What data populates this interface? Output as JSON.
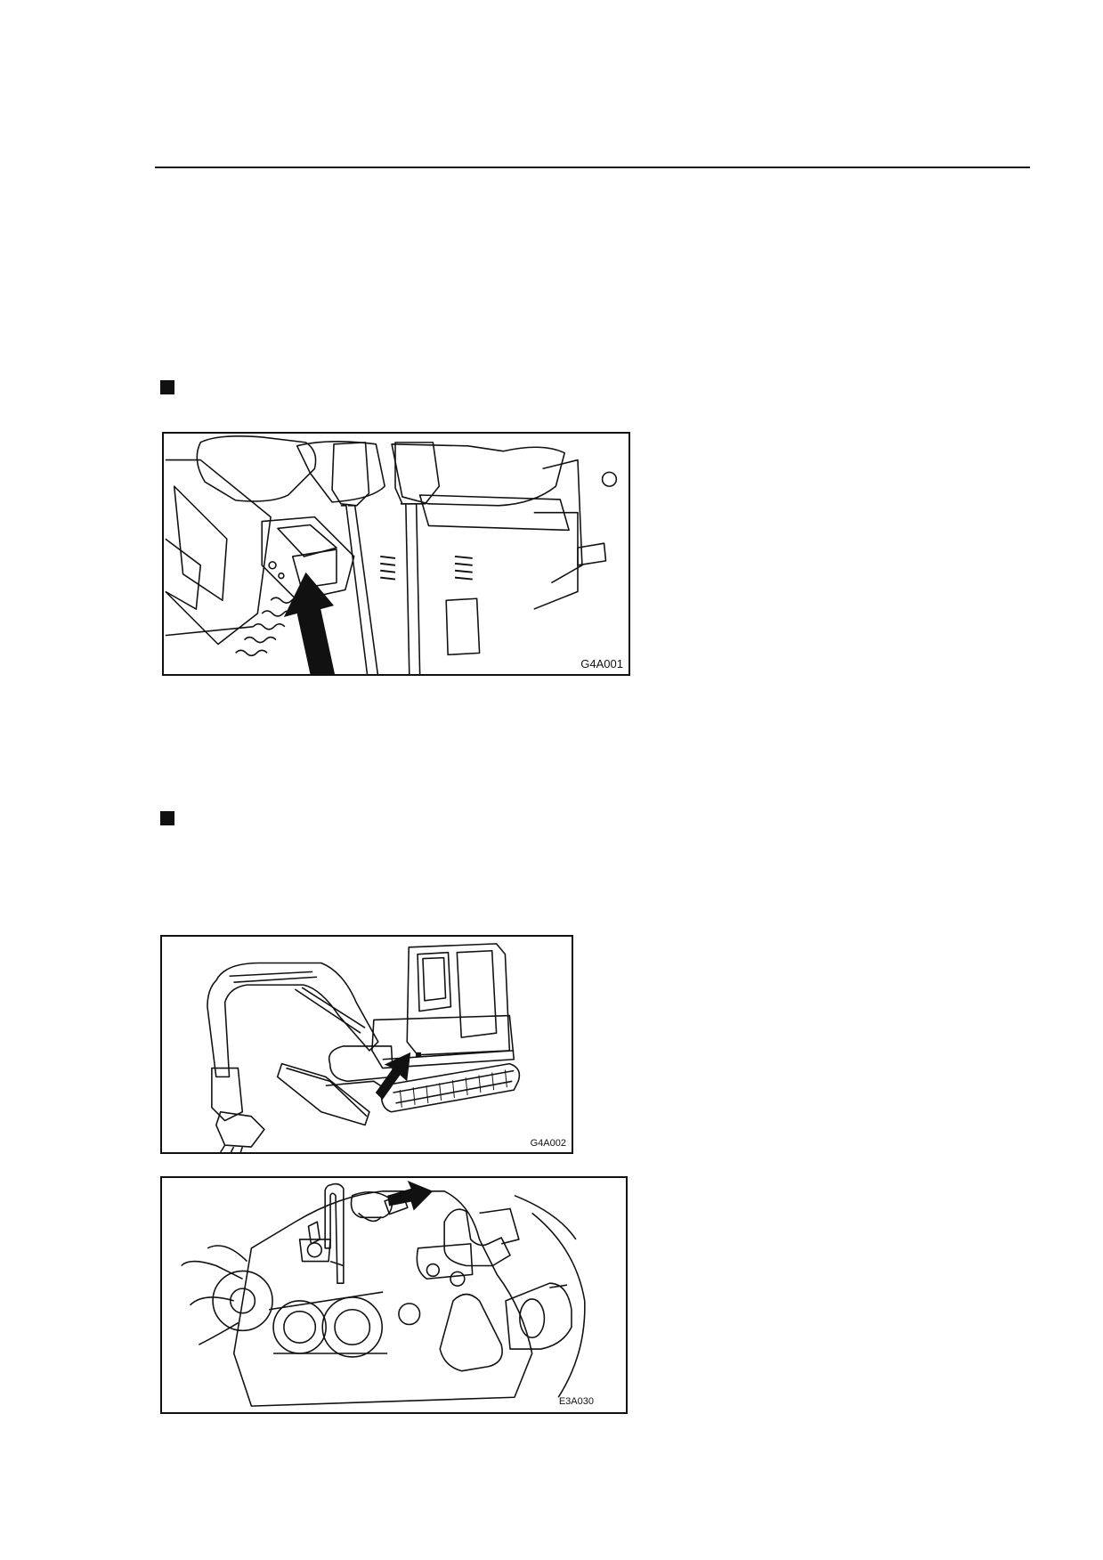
{
  "figures": [
    {
      "id": "g4a001",
      "label": "G4A001",
      "subject": "document-case-location-under-seat-icon"
    },
    {
      "id": "g4a002",
      "label": "G4A002",
      "subject": "machine-serial-plate-location-icon"
    },
    {
      "id": "e3a030",
      "label": "E3A030",
      "subject": "engine-serial-plate-location-icon"
    }
  ]
}
